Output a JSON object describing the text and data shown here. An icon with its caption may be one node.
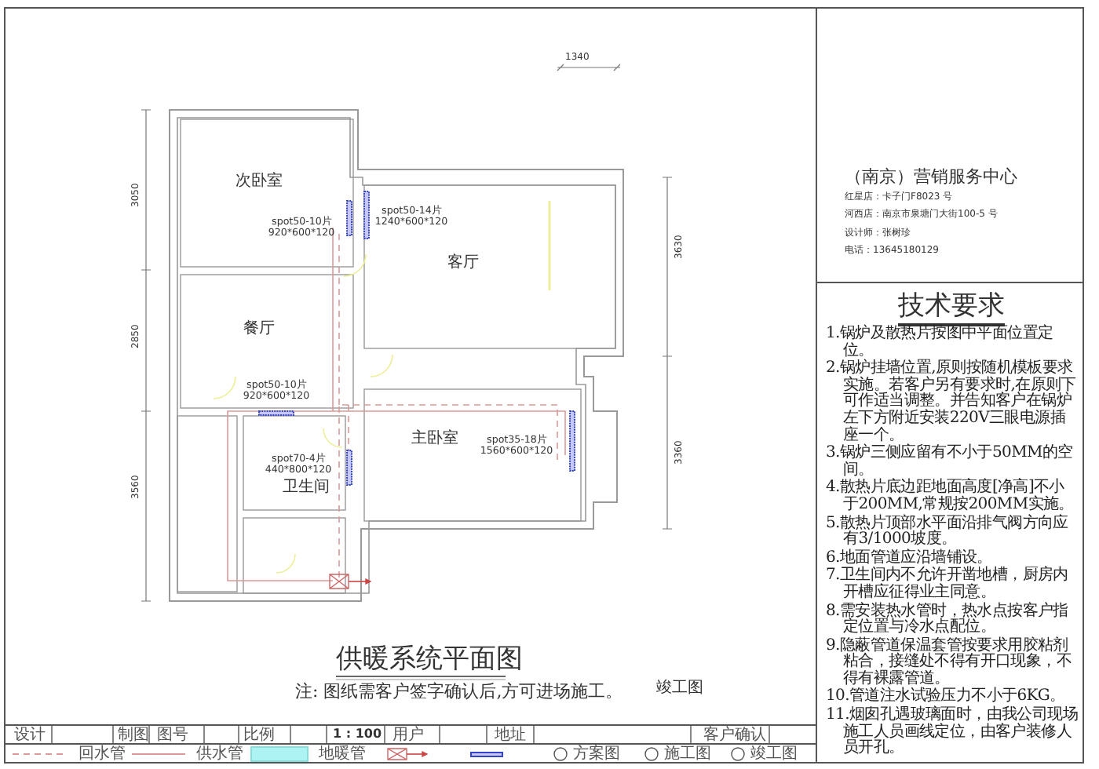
{
  "diagram": {
    "title": "供暖系统平面图",
    "caption": "注: 图纸需客户签字确认后,方可进场施工。",
    "labels": [
      "1340",
      "3050",
      "2850",
      "3560",
      "3630",
      "3360",
      "次卧室",
      "spot50-10片 920*600*120",
      "spot50-14片 1240*600*120",
      "客厅",
      "餐厅",
      "spot50-10片 920*600*120",
      "主卧室",
      "spot35-18片 1560*600*120",
      "spot70-4片 440*800*120",
      "卫生间",
      "竣工图",
      "（南京）营销服务中心",
      "红星店：卡子门F8023 号",
      "河西店：南京市泉塘门大街100-5 号",
      "设计师：张树珍",
      "电话：13645180129",
      "技术要求",
      "1.锅炉及散热片按图中平面位置定位。",
      "2.锅炉挂墙位置,原则按随机模板要求实施。若客户另有要求时,在原则下可作适当调整。并告知客户在锅炉左下方附近安装220V三眼电源插座一个。",
      "3.锅炉三侧应留有不小于50MM的空间。",
      "4.散热片底边距地面高度[净高]不小于200MM,常规按200MM实施。",
      "5.散热片顶部水平面沿排气阀方向应有3/1000坡度。",
      "6.地面管道应沿墙铺设。",
      "7.卫生间内不允许开凿地槽，厨房内开槽应征得业主同意。",
      "8.需安装热水管时，热水点按客户指定位置与冷水点配位。",
      "9.隐蔽管道保温套管按要求用胶粘剂粘合，接缝处不得有开口现象，不得有裸露管道。",
      "10.管道注水试验压力不小于6KG。",
      "11.烟囱孔遇玻璃面时，由我公司现场施工人员画线定位，由客户装修人员开孔。",
      "设计",
      "制图",
      "图号",
      "比例",
      "1 : 100",
      "用户",
      "地址",
      "客户确认",
      "方案图",
      "施工图",
      "竣工图"
    ],
    "legend": [
      {
        "text": "回水管"
      },
      {
        "text": "供水管"
      },
      {
        "text": "地暖管",
        "color": "#aef3f3"
      }
    ]
  }
}
